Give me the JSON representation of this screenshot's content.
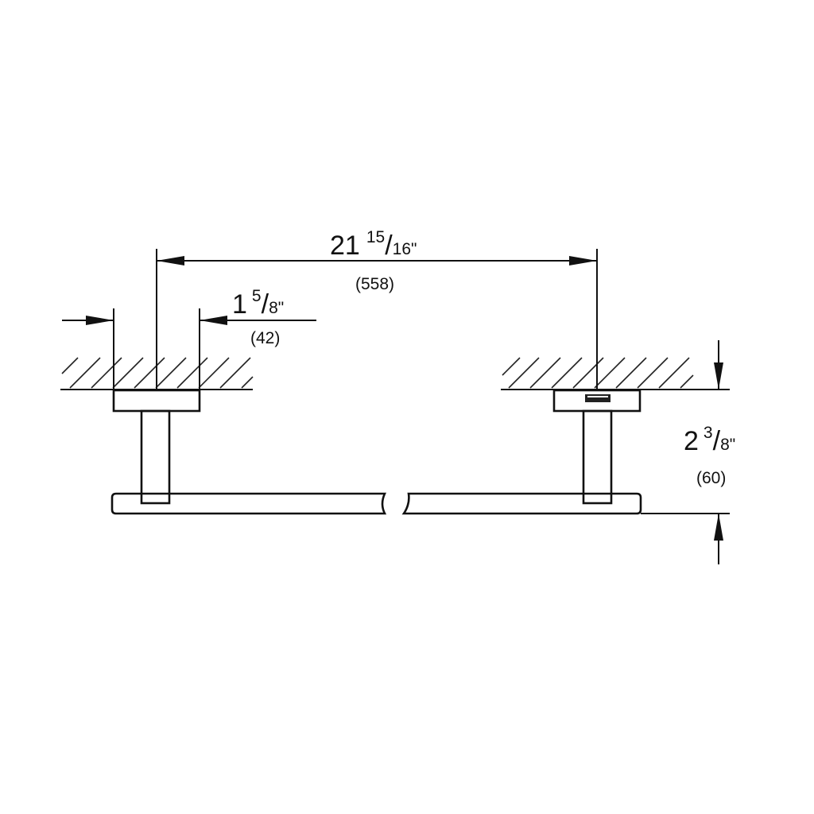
{
  "drawing": {
    "dimensions": {
      "width_overall": {
        "whole": "21",
        "num": "15",
        "den": "16\"",
        "metric": "(558)"
      },
      "mount_width": {
        "whole": "1",
        "num": "5",
        "den": "8\"",
        "metric": "(42)"
      },
      "projection": {
        "whole": "2",
        "num": "3",
        "den": "8\"",
        "metric": "(60)"
      }
    },
    "colors": {
      "line": "#111111",
      "background": "#ffffff"
    }
  }
}
